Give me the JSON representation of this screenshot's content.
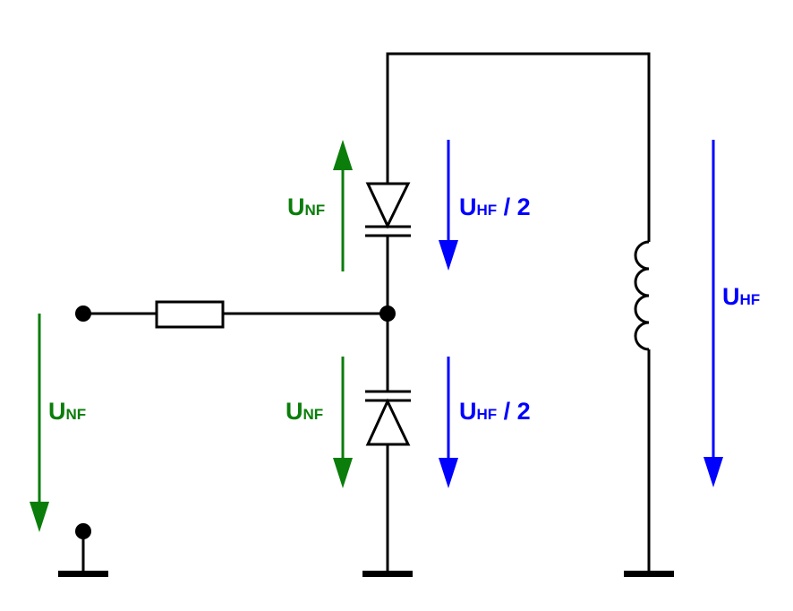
{
  "colors": {
    "wire": "#000000",
    "nf": "#0a7d0a",
    "hf": "#0000ff"
  },
  "labels": {
    "u_nf_input": {
      "main": "U",
      "sub": "NF",
      "suffix": ""
    },
    "u_nf_upper": {
      "main": "U",
      "sub": "NF",
      "suffix": ""
    },
    "u_nf_lower": {
      "main": "U",
      "sub": "NF",
      "suffix": ""
    },
    "u_hf_half_upper": {
      "main": "U",
      "sub": "HF",
      "suffix": " / 2"
    },
    "u_hf_half_lower": {
      "main": "U",
      "sub": "HF",
      "suffix": " / 2"
    },
    "u_hf_total": {
      "main": "U",
      "sub": "HF",
      "suffix": ""
    }
  }
}
